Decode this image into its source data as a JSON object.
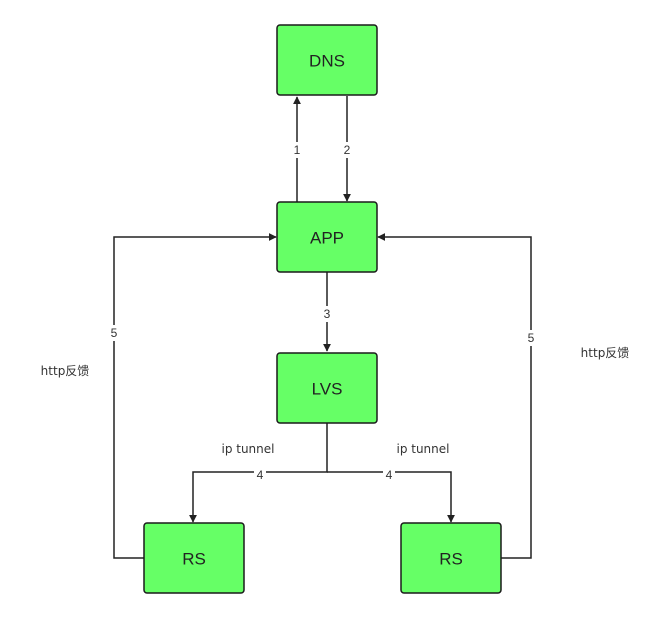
{
  "nodes": {
    "dns": "DNS",
    "app": "APP",
    "lvs": "LVS",
    "rs_left": "RS",
    "rs_right": "RS"
  },
  "edges": {
    "app_to_dns": "1",
    "dns_to_app": "2",
    "app_to_lvs": "3",
    "lvs_to_rs_left": "4",
    "lvs_to_rs_right": "4",
    "rs_left_to_app": "5",
    "rs_right_to_app": "5"
  },
  "annotations": {
    "tunnel_left": "ip tunnel",
    "tunnel_right": "ip tunnel",
    "http_left": "http反馈",
    "http_right": "http反馈"
  },
  "colors": {
    "node_fill": "#66ff66",
    "stroke": "#222222"
  }
}
